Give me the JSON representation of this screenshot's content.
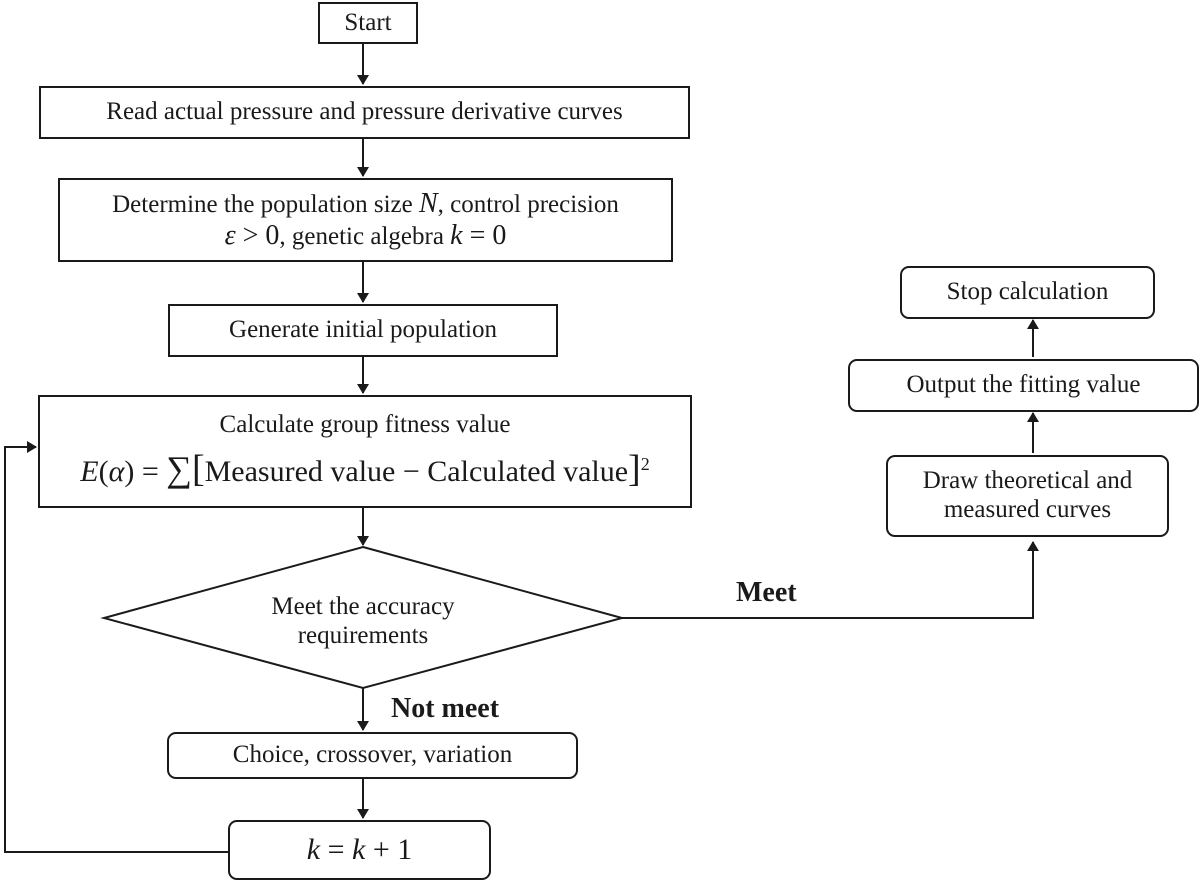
{
  "nodes": {
    "start": "Start",
    "read": "Read actual pressure and pressure derivative curves",
    "determine": {
      "line1_pre": "Determine the population size",
      "line1_var": "N",
      "line1_post": ", control precision",
      "line2_var1": "ε",
      "line2_rel1": " > 0",
      "line2_mid": ", genetic algebra",
      "line2_var2": "k",
      "line2_rel2": " = 0"
    },
    "generate": "Generate initial population",
    "fitness": {
      "title": "Calculate group fitness value",
      "lhs_var": "E",
      "lhs_arg": "α",
      "sum": "∑",
      "measured": "Measured value",
      "minus": " − ",
      "calculated": "Calculated value",
      "exp": "2"
    },
    "decision": {
      "line1": "Meet the accuracy",
      "line2": "requirements"
    },
    "choice": "Choice, crossover, variation",
    "increment": {
      "var": "k",
      "eq": " = ",
      "var2": "k",
      "plus": " + 1"
    },
    "draw": {
      "line1": "Draw theoretical and",
      "line2": "measured curves"
    },
    "output": "Output the fitting value",
    "stop": "Stop calculation"
  },
  "labels": {
    "meet": "Meet",
    "not_meet": "Not meet"
  },
  "colors": {
    "stroke": "#1a1a1a",
    "background": "#ffffff"
  }
}
